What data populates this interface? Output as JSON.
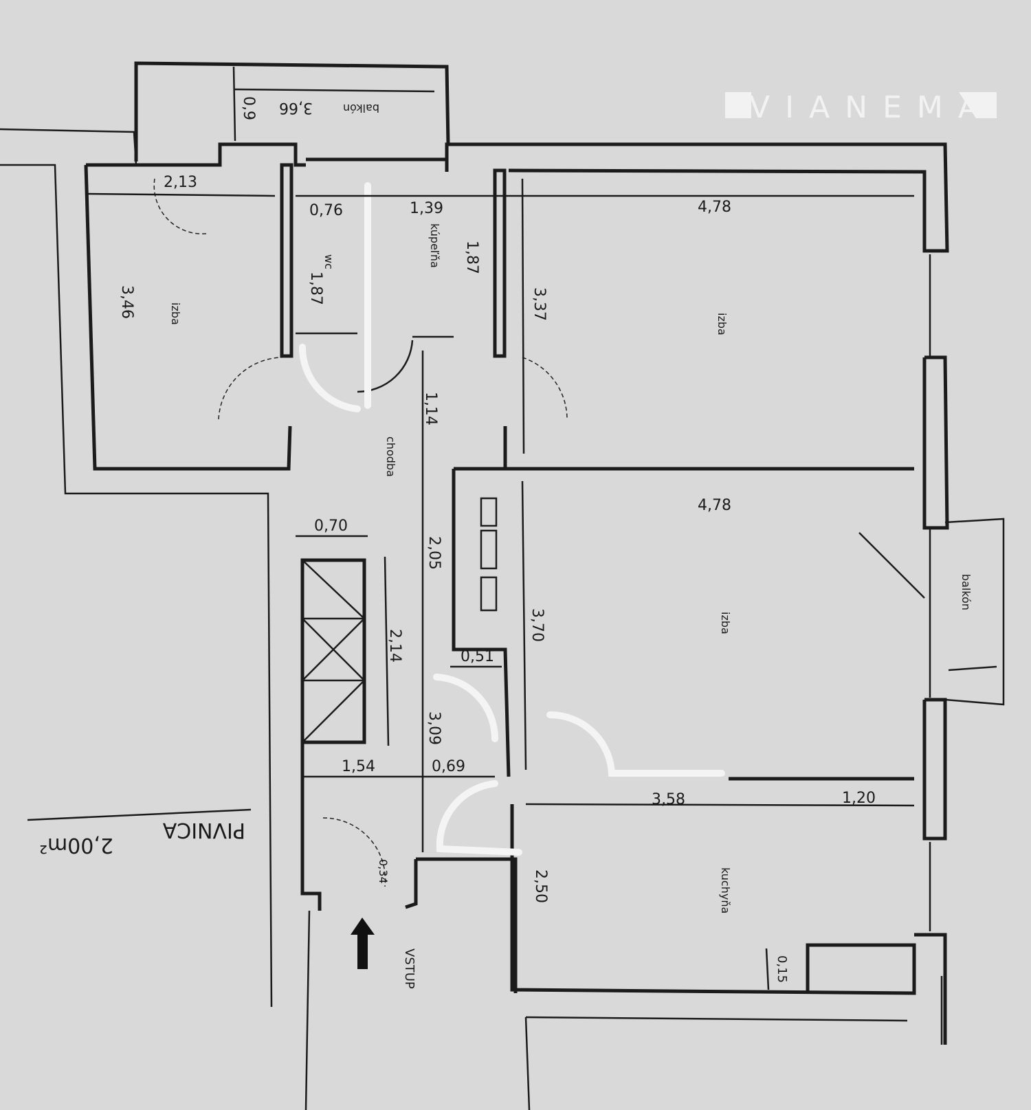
{
  "watermark": "VIANEMA",
  "rooms": {
    "balcony_top": "balkón",
    "wc": "wc",
    "bathroom": "kúpeľňa",
    "room_left": "izba",
    "room_top_right": "izba",
    "hallway": "chodba",
    "room_middle_right": "izba",
    "balcony_right": "balkón",
    "kitchen": "kuchyňa",
    "entrance": "VSTUP",
    "cellar": "PIVNICA",
    "cellar_area": "2,00m²"
  },
  "dimensions": {
    "balcony_depth": "0,9",
    "balcony_width": "3,66",
    "left_room_width": "2,13",
    "left_room_length": "3,46",
    "wc_width": "0,76",
    "wc_length": "1,87",
    "bath_width": "1,39",
    "bath_length": "1,87",
    "top_room_width": "4,78",
    "top_room_length": "3,37",
    "hall_top": "1,14",
    "mid_room_width": "4,78",
    "closet_depth": "0,70",
    "hall_mid": "2,05",
    "closet_length": "2,14",
    "mid_room_length": "3,70",
    "niche": "0,51",
    "hall_low": "3,09",
    "hall_left": "1,54",
    "hall_door": "0,69",
    "kitchen_width": "3,58",
    "kitchen_extra": "1,20",
    "entry_step": "0,34",
    "kitchen_length": "2,50",
    "kitchen_niche": "0,15"
  }
}
